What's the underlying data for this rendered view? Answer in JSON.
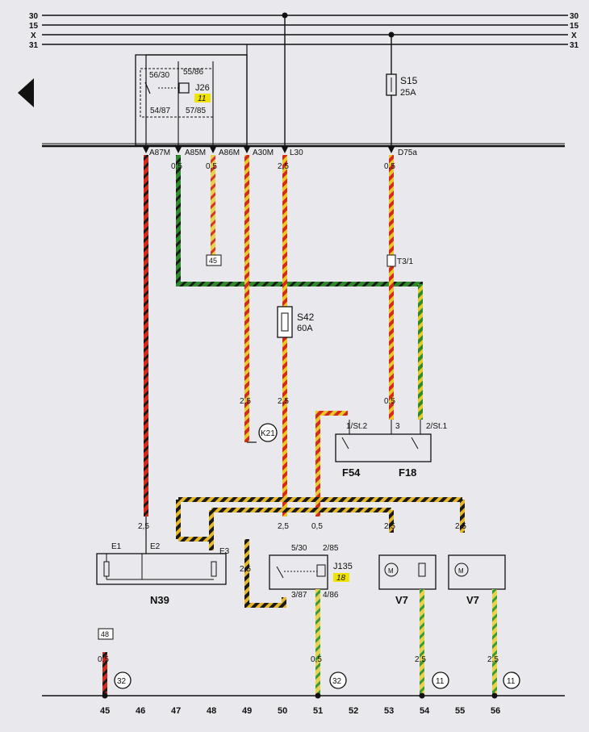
{
  "rails": {
    "left": [
      "30",
      "15",
      "X",
      "31"
    ],
    "right": [
      "30",
      "15",
      "X",
      "31"
    ]
  },
  "relay_j26": {
    "pins": [
      "56/30",
      "55/86",
      "54/87",
      "57/85"
    ],
    "name": "J26",
    "badge": "11"
  },
  "fuse_s15": {
    "name": "S15",
    "rating": "25A"
  },
  "connectors_top": [
    "A87M",
    "A85M",
    "A86M",
    "A30M",
    "L30",
    "D75a"
  ],
  "wire_sizes": {
    "w_a85m": "0,5",
    "w_a86m": "0,5",
    "w_l30": "2,5",
    "w_d75a": "0,5",
    "w_49_mid": "2,5",
    "w_50_mid": "2,5",
    "w_d75a_mid": "0,5",
    "w_46_bot": "2,5",
    "w_50_bot": "2,5",
    "w_51_bot": "0,5",
    "w_53_bot": "2,5",
    "w_55_bot": "2,5",
    "w_e3": "2,5",
    "w_45_low": "0,5",
    "w_51_low": "0,5",
    "w_54_low": "2,5",
    "w_56_low": "2,5"
  },
  "ground_ref_top": "45",
  "connector_t3": "T3/1",
  "fuse_s42": {
    "name": "S42",
    "rating": "60A"
  },
  "k21": "K21",
  "switches": {
    "pins": [
      "1/St.2",
      "3",
      "2/St.1"
    ],
    "f54": "F54",
    "f18": "F18"
  },
  "n39": {
    "name": "N39",
    "pins": [
      "E1",
      "E2",
      "E3"
    ]
  },
  "relay_j135": {
    "pins": [
      "5/30",
      "2/85",
      "3/87",
      "4/86"
    ],
    "name": "J135",
    "badge": "18"
  },
  "fans": {
    "v7_left": "V7",
    "v7_right": "V7",
    "motor_symbol": "M"
  },
  "bottom_ref": {
    "box48": "48",
    "ground_32a": "32",
    "ground_32b": "32",
    "ground_11a": "11",
    "ground_11b": "11"
  },
  "bottom_numbers": [
    "45",
    "46",
    "47",
    "48",
    "49",
    "50",
    "51",
    "52",
    "53",
    "54",
    "55",
    "56"
  ]
}
